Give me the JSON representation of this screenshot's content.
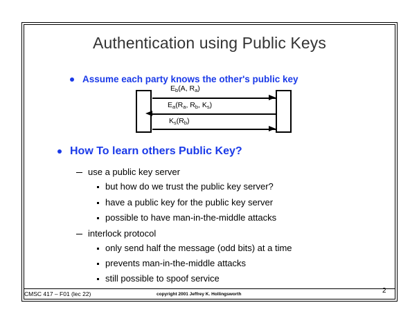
{
  "slide": {
    "title": "Authentication using Public Keys",
    "page_number": "2",
    "accent_color": "#1a3ae8",
    "text_color": "#000000",
    "title_color": "#333333"
  },
  "bullets": {
    "assume": "Assume each party knows the other's public key",
    "how_to_learn": "How To learn others Public Key?",
    "server": {
      "label": "use a public key server",
      "items": [
        "but how do we trust the public key server?",
        "have a public key for the public key server",
        "possible to have man-in-the-middle attacks"
      ]
    },
    "interlock": {
      "label": "interlock protocol",
      "items": [
        "only send half the message (odd bits) at a time",
        "prevents man-in-the-middle attacks",
        "still possible to spoof service"
      ]
    }
  },
  "diagram": {
    "messages": [
      {
        "base1": "E",
        "sub1": "b",
        "mid": "(A, R",
        "sub2": "a",
        "end": ")",
        "direction": "right"
      },
      {
        "base1": "E",
        "sub1": "a",
        "mid": "(R",
        "sub2": "a",
        "mid2": ", R",
        "sub3": "b",
        "mid3": ", K",
        "sub4": "s",
        "end": ")",
        "direction": "left"
      },
      {
        "base1": "K",
        "sub1": "s",
        "mid": "(R",
        "sub2": "b",
        "end": ")",
        "direction": "right"
      }
    ],
    "label_1_text": "Eb(A, Ra)",
    "label_2_text": "Ea(Ra, Rb, Ks)",
    "label_3_text": "Ks(Rb)",
    "party_left": "",
    "party_right": ""
  },
  "footer": {
    "course": "CMSC 417 – F01  (lec 22)",
    "copyright": "copyright 2001  Jeffrey K. Hollingsworth"
  }
}
